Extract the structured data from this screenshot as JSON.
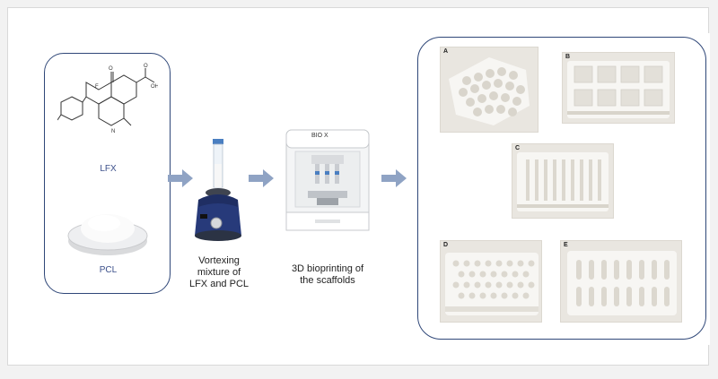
{
  "left_panel": {
    "molecule_label": "LFX",
    "powder_label": "PCL"
  },
  "steps": {
    "vortex_caption": [
      "Vortexing",
      "mixture of",
      "LFX and PCL"
    ],
    "printer_caption": [
      "3D bioprinting of",
      "the scaffolds"
    ],
    "printer_brand": "BIO X"
  },
  "scaffolds": [
    {
      "letter": "A"
    },
    {
      "letter": "B"
    },
    {
      "letter": "C"
    },
    {
      "letter": "D"
    },
    {
      "letter": "E"
    }
  ],
  "colors": {
    "panel_border": "#2f4778",
    "label_blue": "#3b4f8a",
    "arrow": "#8fa3c4",
    "scaffold_white": "#f7f6f3",
    "photo_bg": "#e9e6e0"
  }
}
